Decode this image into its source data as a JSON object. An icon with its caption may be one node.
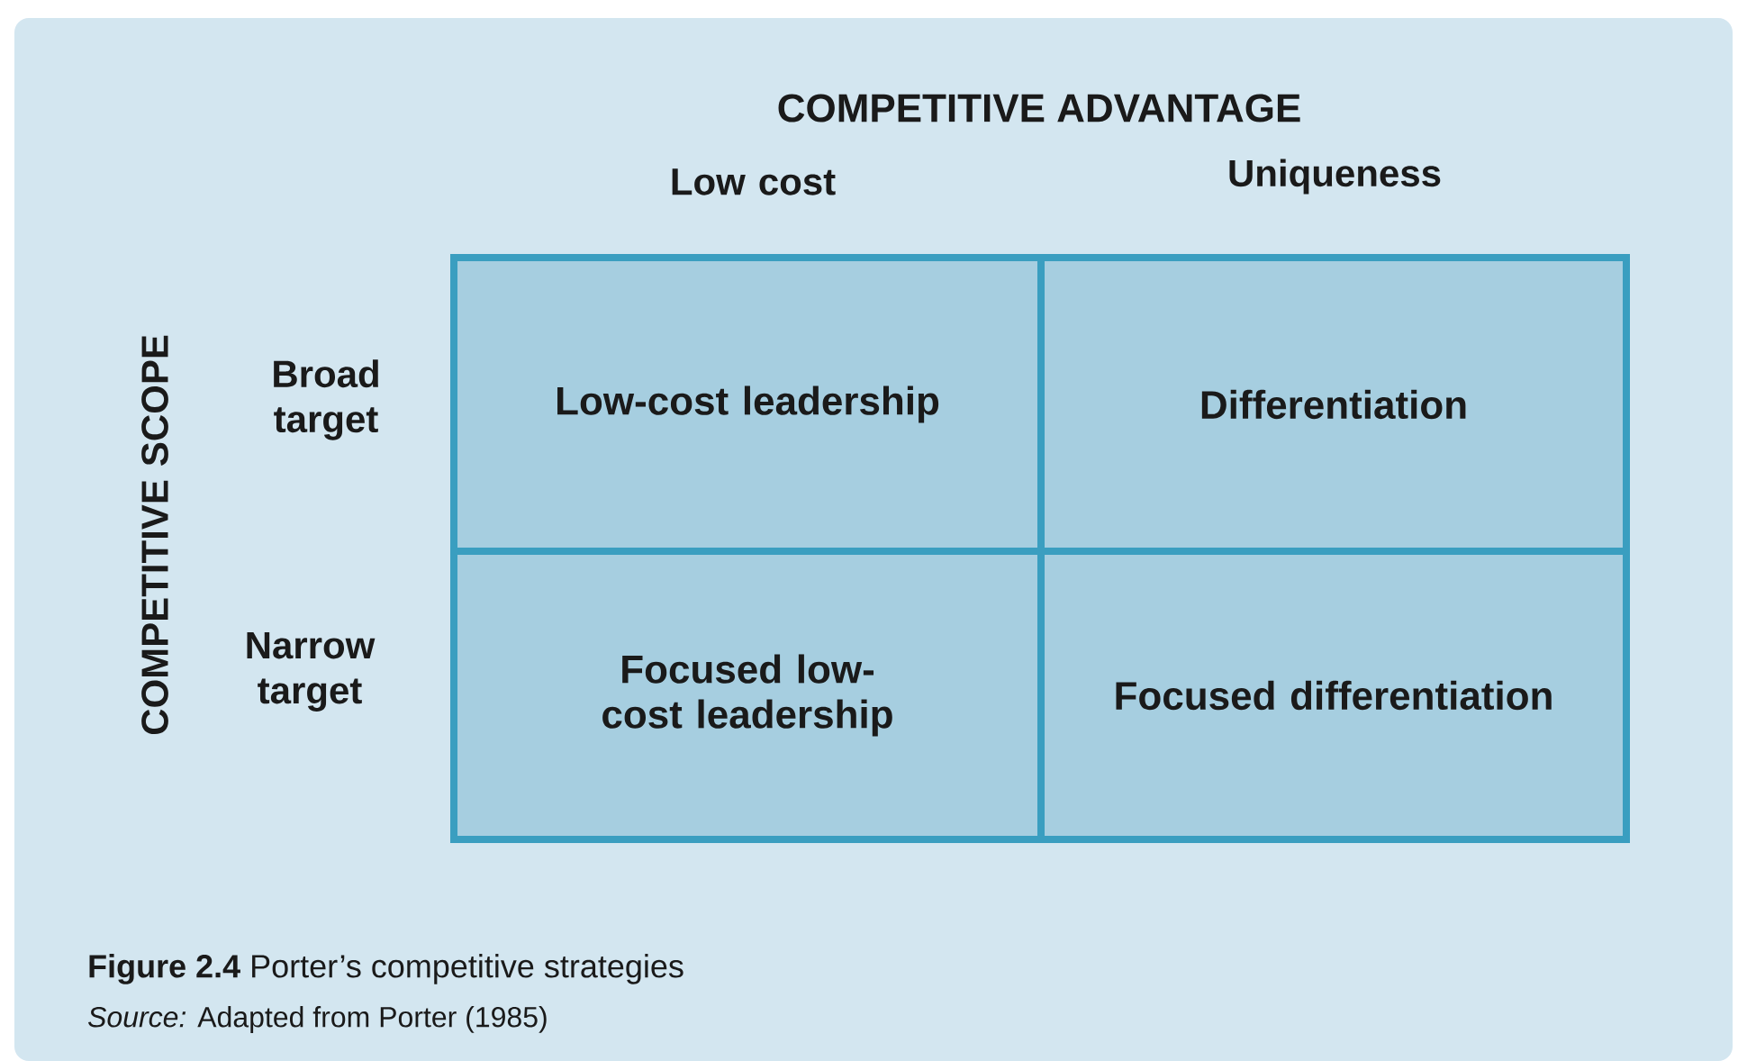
{
  "diagram": {
    "title": "COMPETITIVE ADVANTAGE",
    "caption": "**Figure 2.4** Porter’s competitive strategies",
    "nodes": [
      {
        "text": [
          "Low-cost leadership"
        ]
      },
      {
        "text": [
          "Differentiation"
        ]
      },
      {
        "text": [
          "Focused low-cost leadership"
        ]
      },
      {
        "text": [
          "Focused differentiation"
        ]
      }
    ],
    "labels": [
      "Low cost",
      "Uniqueness",
      "COMPETITIVE SCOPE",
      "Broad target",
      "Narrow target",
      "*Source:* Adapted from Porter (1985)"
    ]
  }
}
